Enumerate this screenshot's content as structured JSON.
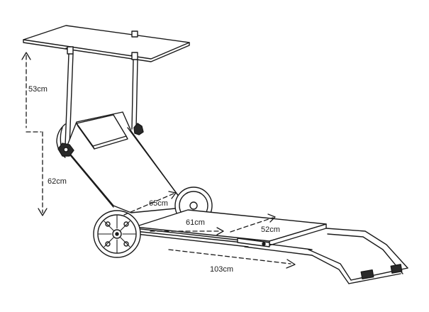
{
  "dimensions": {
    "canopy_height": "53cm",
    "backrest_height": "62cm",
    "backrest_length": "65cm",
    "seat_length": "61cm",
    "leg_length": "52cm",
    "total_length": "103cm"
  },
  "colors": {
    "line": "#1a1a1a",
    "fill": "#ffffff",
    "accent": "#2a2a2a"
  }
}
